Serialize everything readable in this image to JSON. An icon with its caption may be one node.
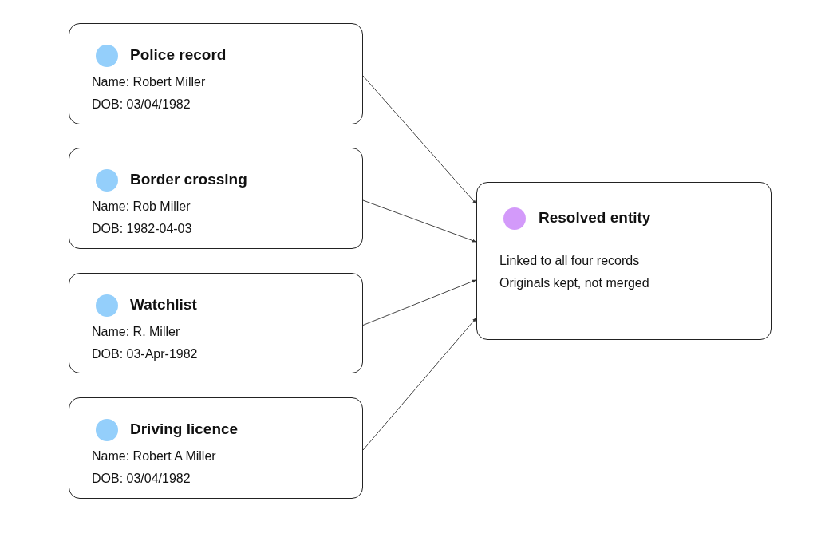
{
  "diagram": {
    "nodes": [
      {
        "text": [
          "Police record",
          "Name: Robert Miller",
          "DOB: 03/04/1982"
        ]
      },
      {
        "text": [
          "Border crossing",
          "Name: Rob Miller",
          "DOB: 1982-04-03"
        ]
      },
      {
        "text": [
          "Watchlist",
          "Name: R. Miller",
          "DOB: 03-Apr-1982"
        ]
      },
      {
        "text": [
          "Driving licence",
          "Name: Robert A Miller",
          "DOB: 03/04/1982"
        ]
      },
      {
        "text": [
          "Resolved entity",
          "Linked to all four records",
          "Originals kept, not merged"
        ]
      }
    ],
    "edges": [
      {
        "from": 0,
        "to": 4,
        "arrow": "to"
      },
      {
        "from": 1,
        "to": 4,
        "arrow": "to"
      },
      {
        "from": 2,
        "to": 4,
        "arrow": "to"
      },
      {
        "from": 3,
        "to": 4,
        "arrow": "to"
      }
    ]
  }
}
